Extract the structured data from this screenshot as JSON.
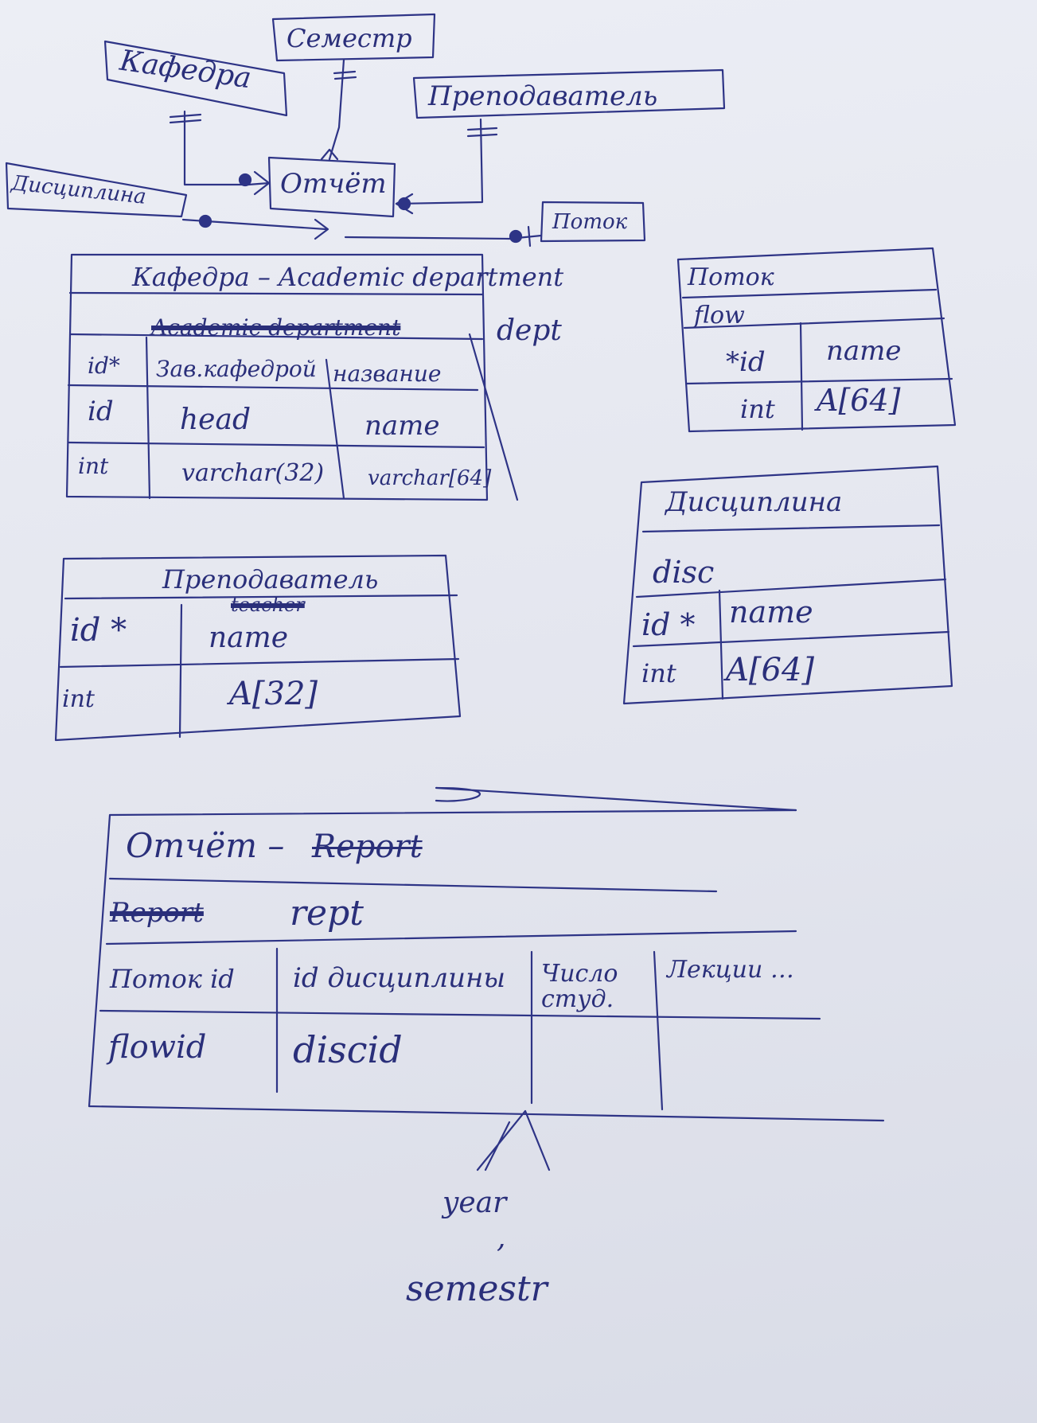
{
  "er_overview": {
    "semester": "Семестр",
    "department": "Кафедра",
    "teacher": "Преподаватель",
    "report": "Отчёт",
    "discipline": "Дисциплина",
    "flow": "Поток"
  },
  "dept_table": {
    "title": "Кафедра – Academic department",
    "crossed_name": "Academic department",
    "code": "dept",
    "headers": [
      "id*",
      "Зав.кафедрой",
      "название"
    ],
    "fields": [
      "id",
      "head",
      "name"
    ],
    "types": [
      "int",
      "varchar(32)",
      "varchar[64]"
    ]
  },
  "flow_table": {
    "title": "Поток",
    "code": "flow",
    "fields": [
      "*id",
      "name"
    ],
    "types": [
      "int",
      "A[64]"
    ]
  },
  "teacher_table": {
    "title": "Преподаватель",
    "code": "teacher",
    "fields": [
      "id *",
      "name"
    ],
    "types": [
      "int",
      "A[32]"
    ]
  },
  "disc_table": {
    "title": "Дисциплина",
    "code": "disc",
    "fields": [
      "id *",
      "name"
    ],
    "types": [
      "int",
      "A[64]"
    ]
  },
  "report_table": {
    "title_ru": "Отчёт –",
    "title_en": "Report",
    "crossed_code": "Report",
    "code": "rept",
    "headers": [
      "Поток id",
      "id дисциплины",
      "Число студ.",
      "Лекции …"
    ],
    "fields": [
      "flowid",
      "discid"
    ],
    "fork_labels": [
      "year",
      ",",
      "semestr"
    ]
  }
}
